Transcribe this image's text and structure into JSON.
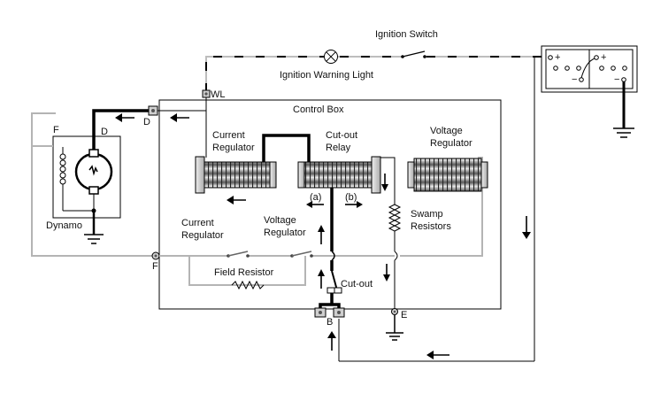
{
  "labels": {
    "ignition_switch": "Ignition Switch",
    "ignition_warning_light": "Ignition Warning Light",
    "control_box": "Control Box",
    "wl_terminal": "WL",
    "d_terminal_box": "D",
    "d_terminal_dynamo": "D",
    "f_terminal_dynamo": "F",
    "f_terminal_box": "F",
    "dynamo": "Dynamo",
    "current_regulator_coil": "Current\nRegulator",
    "cutout_relay_coil": "Cut-out\nRelay",
    "voltage_regulator_coil": "Voltage\nRegulator",
    "current_regulator_contacts": "Current\nRegulator",
    "voltage_regulator_contacts": "Voltage\nRegulator",
    "swamp_resistors": "Swamp\nResistors",
    "field_resistor": "Field Resistor",
    "cut_out": "Cut-out",
    "b_terminal": "B",
    "e_terminal": "E",
    "flux_a": "(a)",
    "flux_b": "(b)",
    "battery_plus_1": "+",
    "battery_minus_1": "−",
    "battery_plus_2": "+",
    "battery_minus_2": "−"
  },
  "colors": {
    "wire": "#000000",
    "grey_wire": "#b4b4b4",
    "coil_fill": "#7a7a7a",
    "background": "#ffffff"
  }
}
